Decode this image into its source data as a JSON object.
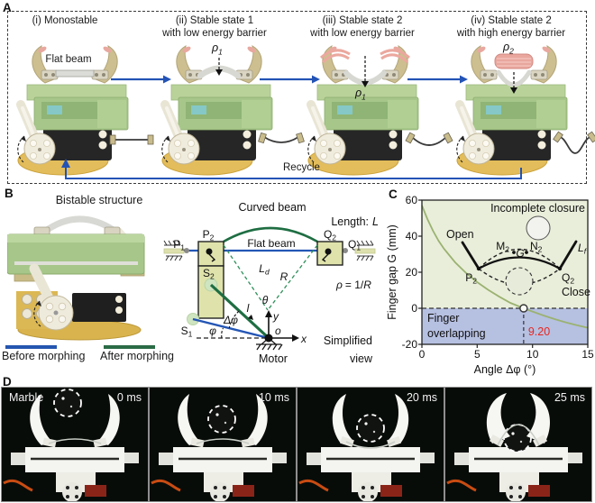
{
  "colors": {
    "arrow_blue": "#2353b5",
    "legend_blue": "#2456b0",
    "legend_green": "#2a6b46",
    "curve_green": "#9bb271",
    "region_green": "#e9eeda",
    "region_blue": "#b6c0e1",
    "highlight_red": "#e8251f",
    "device_body_green": "#a6c789",
    "device_finger_tan": "#cdbf90",
    "device_base_yellow": "#e3bd5b",
    "beam_pad_pink": "#e9a79e"
  },
  "panel_a": {
    "label": "A",
    "states": [
      {
        "line1": "(i) Monostable",
        "line2": ""
      },
      {
        "line1": "(ii) Stable state 1",
        "line2": "with low energy barrier"
      },
      {
        "line1": "(iii) Stable state 2",
        "line2": "with low energy barrier"
      },
      {
        "line1": "(iv) Stable state 2",
        "line2": "with high energy barrier"
      }
    ],
    "flat_beam_label": "Flat beam",
    "rho1": {
      "m": "ρ",
      "s": "1"
    },
    "rho2": {
      "m": "ρ",
      "s": "2"
    },
    "recycle_label": "Recycle"
  },
  "panel_b": {
    "label": "B",
    "photo_title": "Bistable structure",
    "legend": [
      {
        "label": "Before morphing"
      },
      {
        "label": "After morphing"
      }
    ],
    "diagram": {
      "title": "Curved beam",
      "length_prefix": "Length:",
      "length_var": "L",
      "flat_beam": "Flat beam",
      "P1": {
        "m": "P",
        "s": "1"
      },
      "P2": {
        "m": "P",
        "s": "2"
      },
      "Q1": {
        "m": "Q",
        "s": "1"
      },
      "Q2": {
        "m": "Q",
        "s": "2"
      },
      "S1": {
        "m": "S",
        "s": "1"
      },
      "S2": {
        "m": "S",
        "s": "2"
      },
      "Ld": {
        "m": "L",
        "s": "d"
      },
      "R": "R",
      "rho_eq": {
        "rho": "ρ",
        "mid": "= 1/",
        "R": "R"
      },
      "theta": "θ",
      "l": "l",
      "delta_phi": "Δφ",
      "phi": "φ",
      "o": "o",
      "x": "x",
      "y": "y",
      "motor": "Motor",
      "simplified_line1": "Simplified",
      "simplified_line2": "view"
    }
  },
  "panel_c": {
    "label": "C",
    "region_top": "Incomplete closure",
    "region_bottom_line1": "Finger",
    "region_bottom_line2": "overlapping",
    "open_label": "Open",
    "close_label": "Close",
    "M2": {
      "m": "M",
      "s": "2"
    },
    "N2": {
      "m": "N",
      "s": "2"
    },
    "G": "G",
    "P2": {
      "m": "P",
      "s": "2"
    },
    "Q2": {
      "m": "Q",
      "s": "2"
    },
    "Lf": {
      "m": "L",
      "s": "f"
    },
    "crossing_label": "9.20"
  },
  "chart_data": {
    "type": "line",
    "xlabel": "Angle Δφ (°)",
    "ylabel": "Finger gap G (mm)",
    "xlim": [
      0,
      15
    ],
    "ylim": [
      -20,
      60
    ],
    "xticks": [
      "0",
      "5",
      "10",
      "15"
    ],
    "yticks": [
      "60",
      "40",
      "20",
      "0",
      "-20"
    ],
    "series": [
      {
        "name": "Finger gap vs motor rotation angle",
        "color": "#9bb271",
        "points": [
          [
            0,
            57
          ],
          [
            0.5,
            49.5
          ],
          [
            1,
            43
          ],
          [
            1.5,
            37.5
          ],
          [
            2,
            33
          ],
          [
            3,
            25.5
          ],
          [
            4,
            19.5
          ],
          [
            5,
            14.5
          ],
          [
            6,
            10.2
          ],
          [
            7,
            6.4
          ],
          [
            8,
            3.0
          ],
          [
            9.2,
            0
          ],
          [
            10,
            -1.8
          ],
          [
            11,
            -4
          ],
          [
            12,
            -6
          ],
          [
            13,
            -7.8
          ],
          [
            14,
            -9.4
          ],
          [
            15,
            -10.8
          ]
        ]
      }
    ],
    "zero_crossing": {
      "x": 9.2,
      "y": 0,
      "label": "9.20"
    },
    "regions": [
      {
        "label": "Incomplete closure",
        "y_range": [
          0,
          60
        ],
        "color": "#e9eeda"
      },
      {
        "label": "Finger overlapping",
        "y_range": [
          -20,
          0
        ],
        "color": "#b6c0e1"
      }
    ],
    "grid": false,
    "legend_position": "none"
  },
  "panel_d": {
    "label": "D",
    "marble_label": "Marble",
    "frames": [
      {
        "time": "0 ms"
      },
      {
        "time": "10 ms"
      },
      {
        "time": "20 ms"
      },
      {
        "time": "25 ms"
      }
    ]
  }
}
